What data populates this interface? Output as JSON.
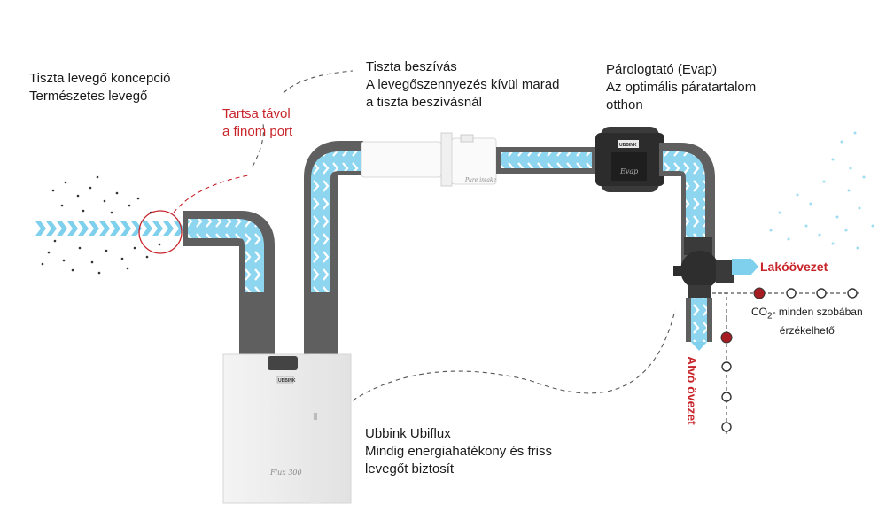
{
  "intro": {
    "line1": "Tiszta levegő koncepció",
    "line2": "Természetes levegő"
  },
  "dust": {
    "line1": "Tartsa távol",
    "line2": "a finom port"
  },
  "intake": {
    "line1": "Tiszta beszívás",
    "line2": "A levegőszennyezés kívül marad",
    "line3": "a tiszta beszívásnál"
  },
  "evap": {
    "line1": "Párologtató (Evap)",
    "line2": "Az optimális páratartalom",
    "line3": "otthon"
  },
  "ubiflux": {
    "line1": "Ubbink Ubiflux",
    "line2": "Mindig energiahatékony és friss",
    "line3": "levegőt biztosít"
  },
  "living_zone": "Lakóövezet",
  "sleeping_zone": "Alvó övezet",
  "co2": {
    "prefix": "CO",
    "subscript": "2",
    "suffix": "- minden szobában",
    "line2": "érzékelhető"
  },
  "device_marks": {
    "brand": "UBBINK",
    "ubiflux_script": "Flux 300",
    "filter_script": "Pure intake",
    "evap_script": "Evap"
  },
  "colors": {
    "duct": "#5f5f5f",
    "airflow": "#7fd0ec",
    "accent_red": "#c8252b",
    "sensor_red": "#a51d22",
    "dashed": "#555555"
  }
}
